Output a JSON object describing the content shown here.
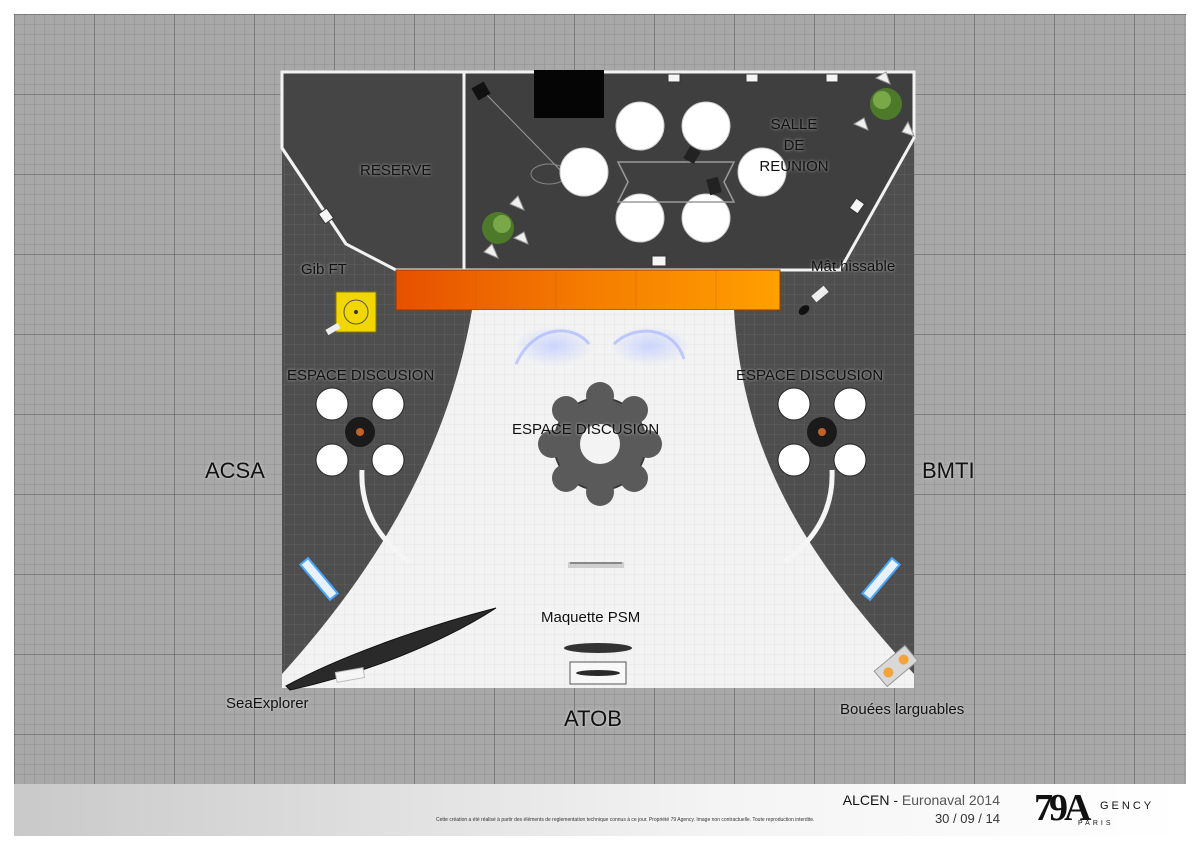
{
  "plan": {
    "rooms": {
      "reserve": "RESERVE",
      "meeting_room": [
        "SALLE",
        "DE",
        "REUNION"
      ]
    },
    "elements": {
      "gib_ft": "Gib FT",
      "mat_hissable": "Mât hissable",
      "discussion_left": "ESPACE DISCUSION",
      "discussion_right": "ESPACE DISCUSION",
      "discussion_center": "ESPACE DISCUSION",
      "maquette_psm": "Maquette PSM",
      "seaexplorer": "SeaExplorer",
      "bouees": "Bouées larguables"
    },
    "neighbours": {
      "left": "ACSA",
      "right": "BMTI",
      "bottom": "ATOB"
    },
    "colors": {
      "floor_dark": "#4a4a4a",
      "floor_light": "#f4f4f4",
      "counter_orange": "#f57c00",
      "table_yellow": "#f2d600"
    }
  },
  "footer": {
    "client": "ALCEN",
    "separator": " - ",
    "event": "Euronaval 2014",
    "date": "30 / 09 / 14",
    "legal": "Cette création a été réalisé à partir des éléments de reglementation technique connus à ce jour. Propriété 79 Agency. Image non contractuelle. Toute reproduction interdite.",
    "logo_mark": "79A",
    "logo_word": "GENCY",
    "logo_city": "PARIS"
  }
}
